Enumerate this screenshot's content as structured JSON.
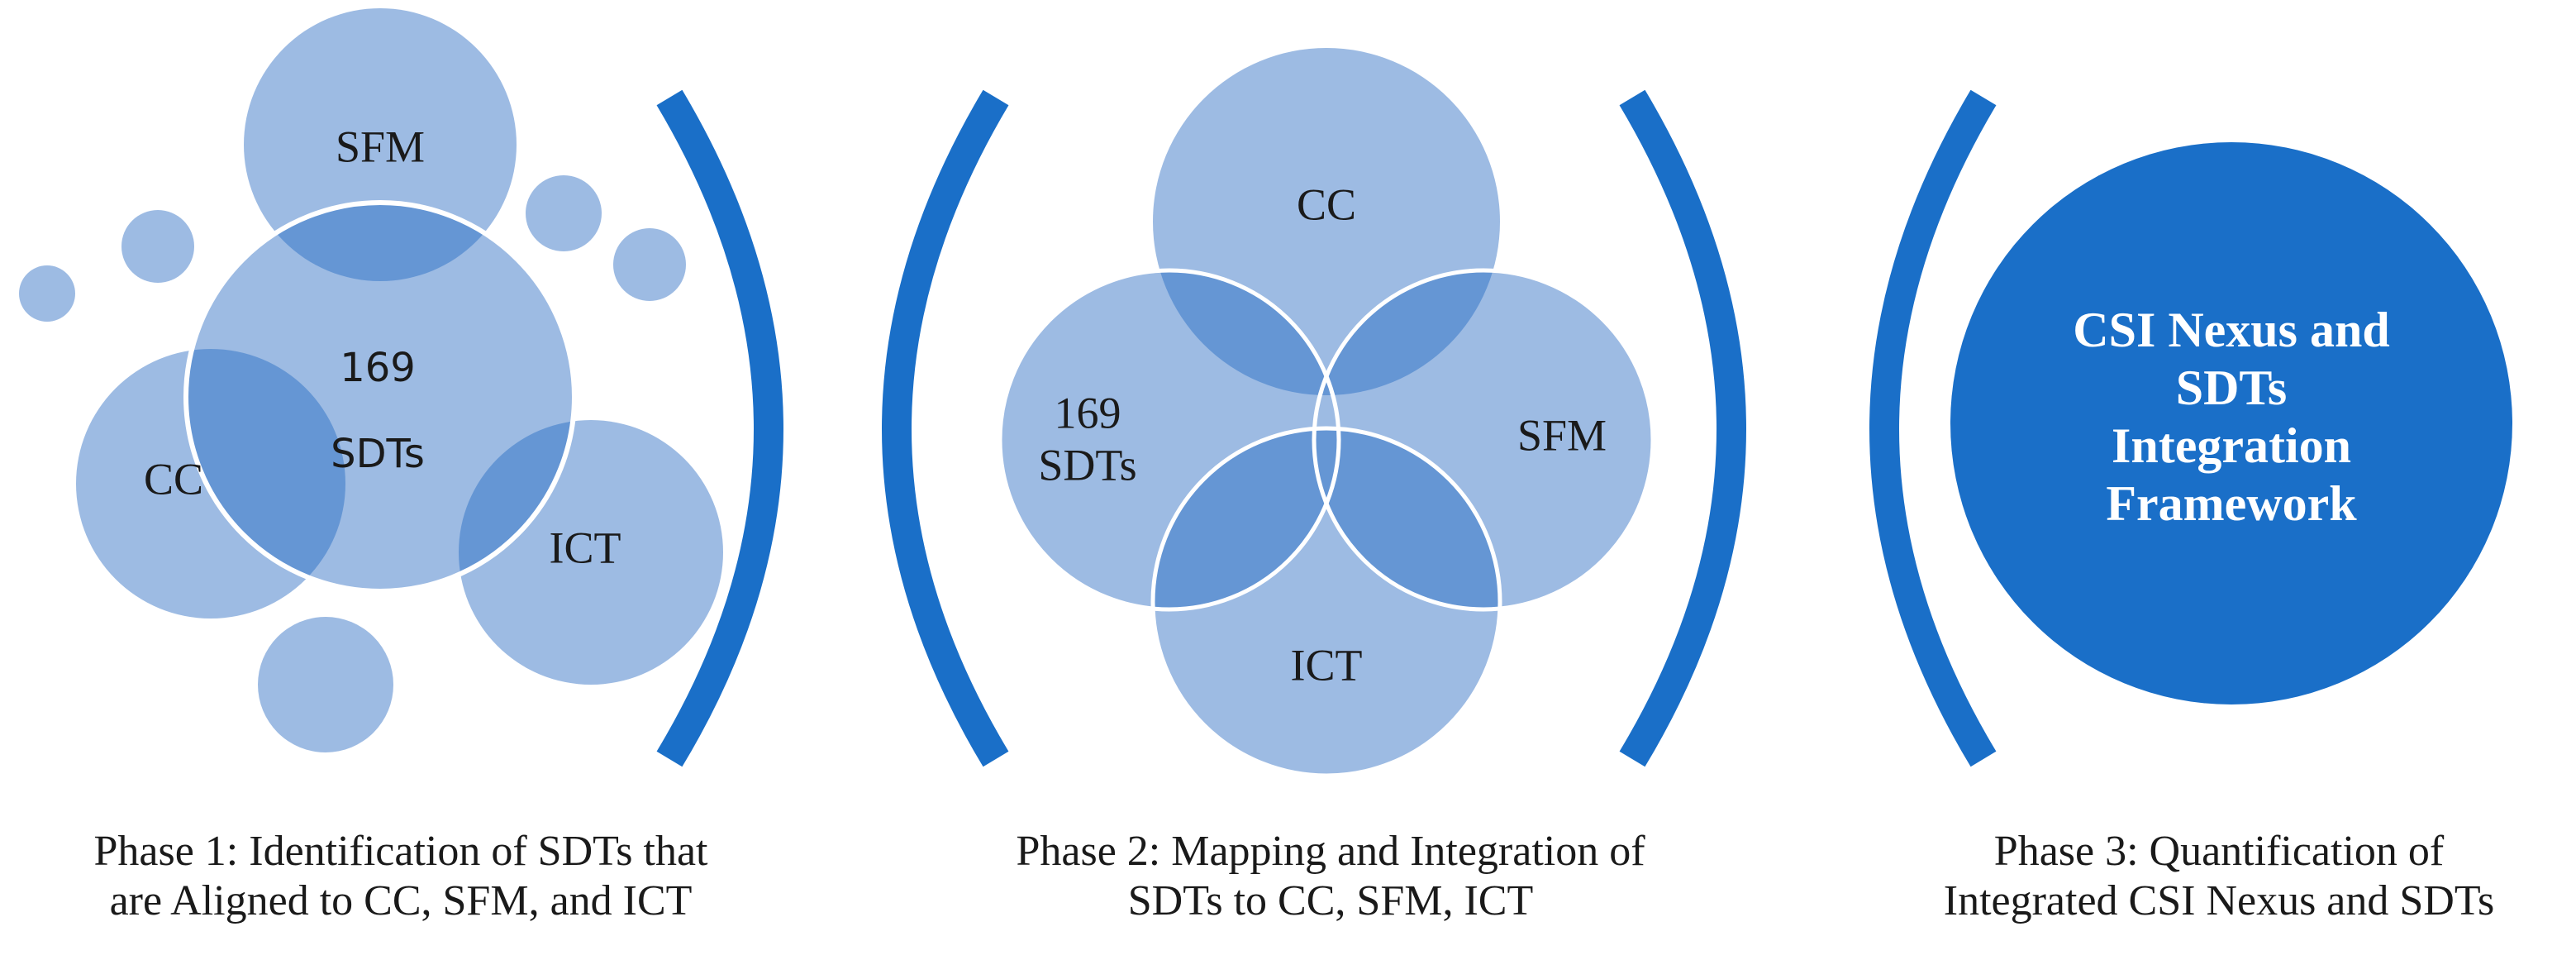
{
  "colors": {
    "light_blue": "#9dbbe3",
    "overlap_blue": "#6596d4",
    "bracket_blue": "#1a6fc8",
    "final_circle": "#1a6fc8",
    "outline": "#ffffff"
  },
  "phase1": {
    "labels": {
      "sfm": "SFM",
      "sdts_line1": "169",
      "sdts_line2": "SDTs",
      "cc": "CC",
      "ict": "ICT"
    },
    "caption_line1": "Phase 1: Identification of SDTs that",
    "caption_line2": "are Aligned to CC, SFM, and ICT"
  },
  "phase2": {
    "labels": {
      "cc": "CC",
      "sdts_line1": "169",
      "sdts_line2": "SDTs",
      "sfm": "SFM",
      "ict": "ICT"
    },
    "caption_line1": "Phase 2: Mapping and Integration of",
    "caption_line2": "SDTs to CC, SFM, ICT"
  },
  "phase3": {
    "labels": {
      "line1": "CSI Nexus and",
      "line2": "SDTs",
      "line3": "Integration",
      "line4": "Framework"
    },
    "caption_line1": "Phase 3: Quantification of",
    "caption_line2": "Integrated CSI Nexus and SDTs"
  }
}
